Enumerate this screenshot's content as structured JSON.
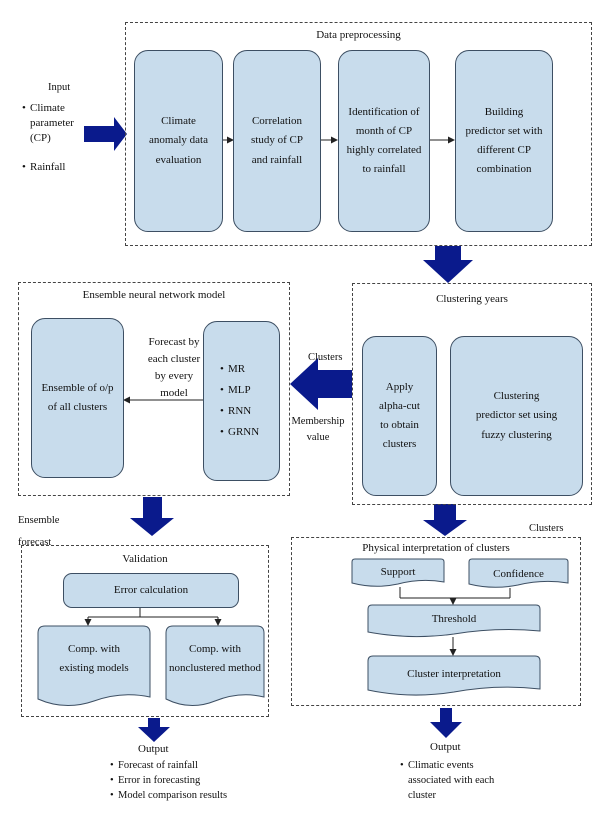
{
  "input": {
    "title": "Input",
    "items": [
      "Climate parameter (CP)",
      "Rainfall"
    ]
  },
  "preprocessing": {
    "title": "Data preprocessing",
    "steps": [
      "Climate anomaly data evaluation",
      "Correlation study of CP and rainfall",
      "Identification of month of CP highly correlated to rainfall",
      "Building predictor set with different CP combination"
    ]
  },
  "clustering": {
    "title": "Clustering years",
    "apply": "Apply alpha-cut to obtain clusters",
    "fuzzy": "Clustering predictor set using fuzzy clustering"
  },
  "ensemble": {
    "title": "Ensemble neural network model",
    "output_box": "Ensemble of o/p of all clusters",
    "forecast_label": "Forecast by each cluster by every model",
    "models": [
      "MR",
      "MLP",
      "RNN",
      "GRNN"
    ]
  },
  "connector_labels": {
    "clusters_left": "Clusters",
    "membership": "Membership value",
    "ensemble_forecast": "Ensemble forecast",
    "clusters_right": "Clusters"
  },
  "validation": {
    "title": "Validation",
    "error_calc": "Error calculation",
    "comp_existing": "Comp. with existing models",
    "comp_nonclustered": "Comp. with nonclustered method"
  },
  "physical": {
    "title": "Physical interpretation of clusters",
    "support": "Support",
    "confidence": "Confidence",
    "threshold": "Threshold",
    "cluster_interp": "Cluster interpretation"
  },
  "output_left": {
    "title": "Output",
    "items": [
      "Forecast of rainfall",
      "Error in forecasting",
      "Model comparison results"
    ]
  },
  "output_right": {
    "title": "Output",
    "items": [
      "Climatic events associated with each cluster"
    ]
  },
  "colors": {
    "box_fill": "#c8dcec",
    "box_border": "#3d4f63",
    "arrow_fill": "#0a1a8c"
  }
}
